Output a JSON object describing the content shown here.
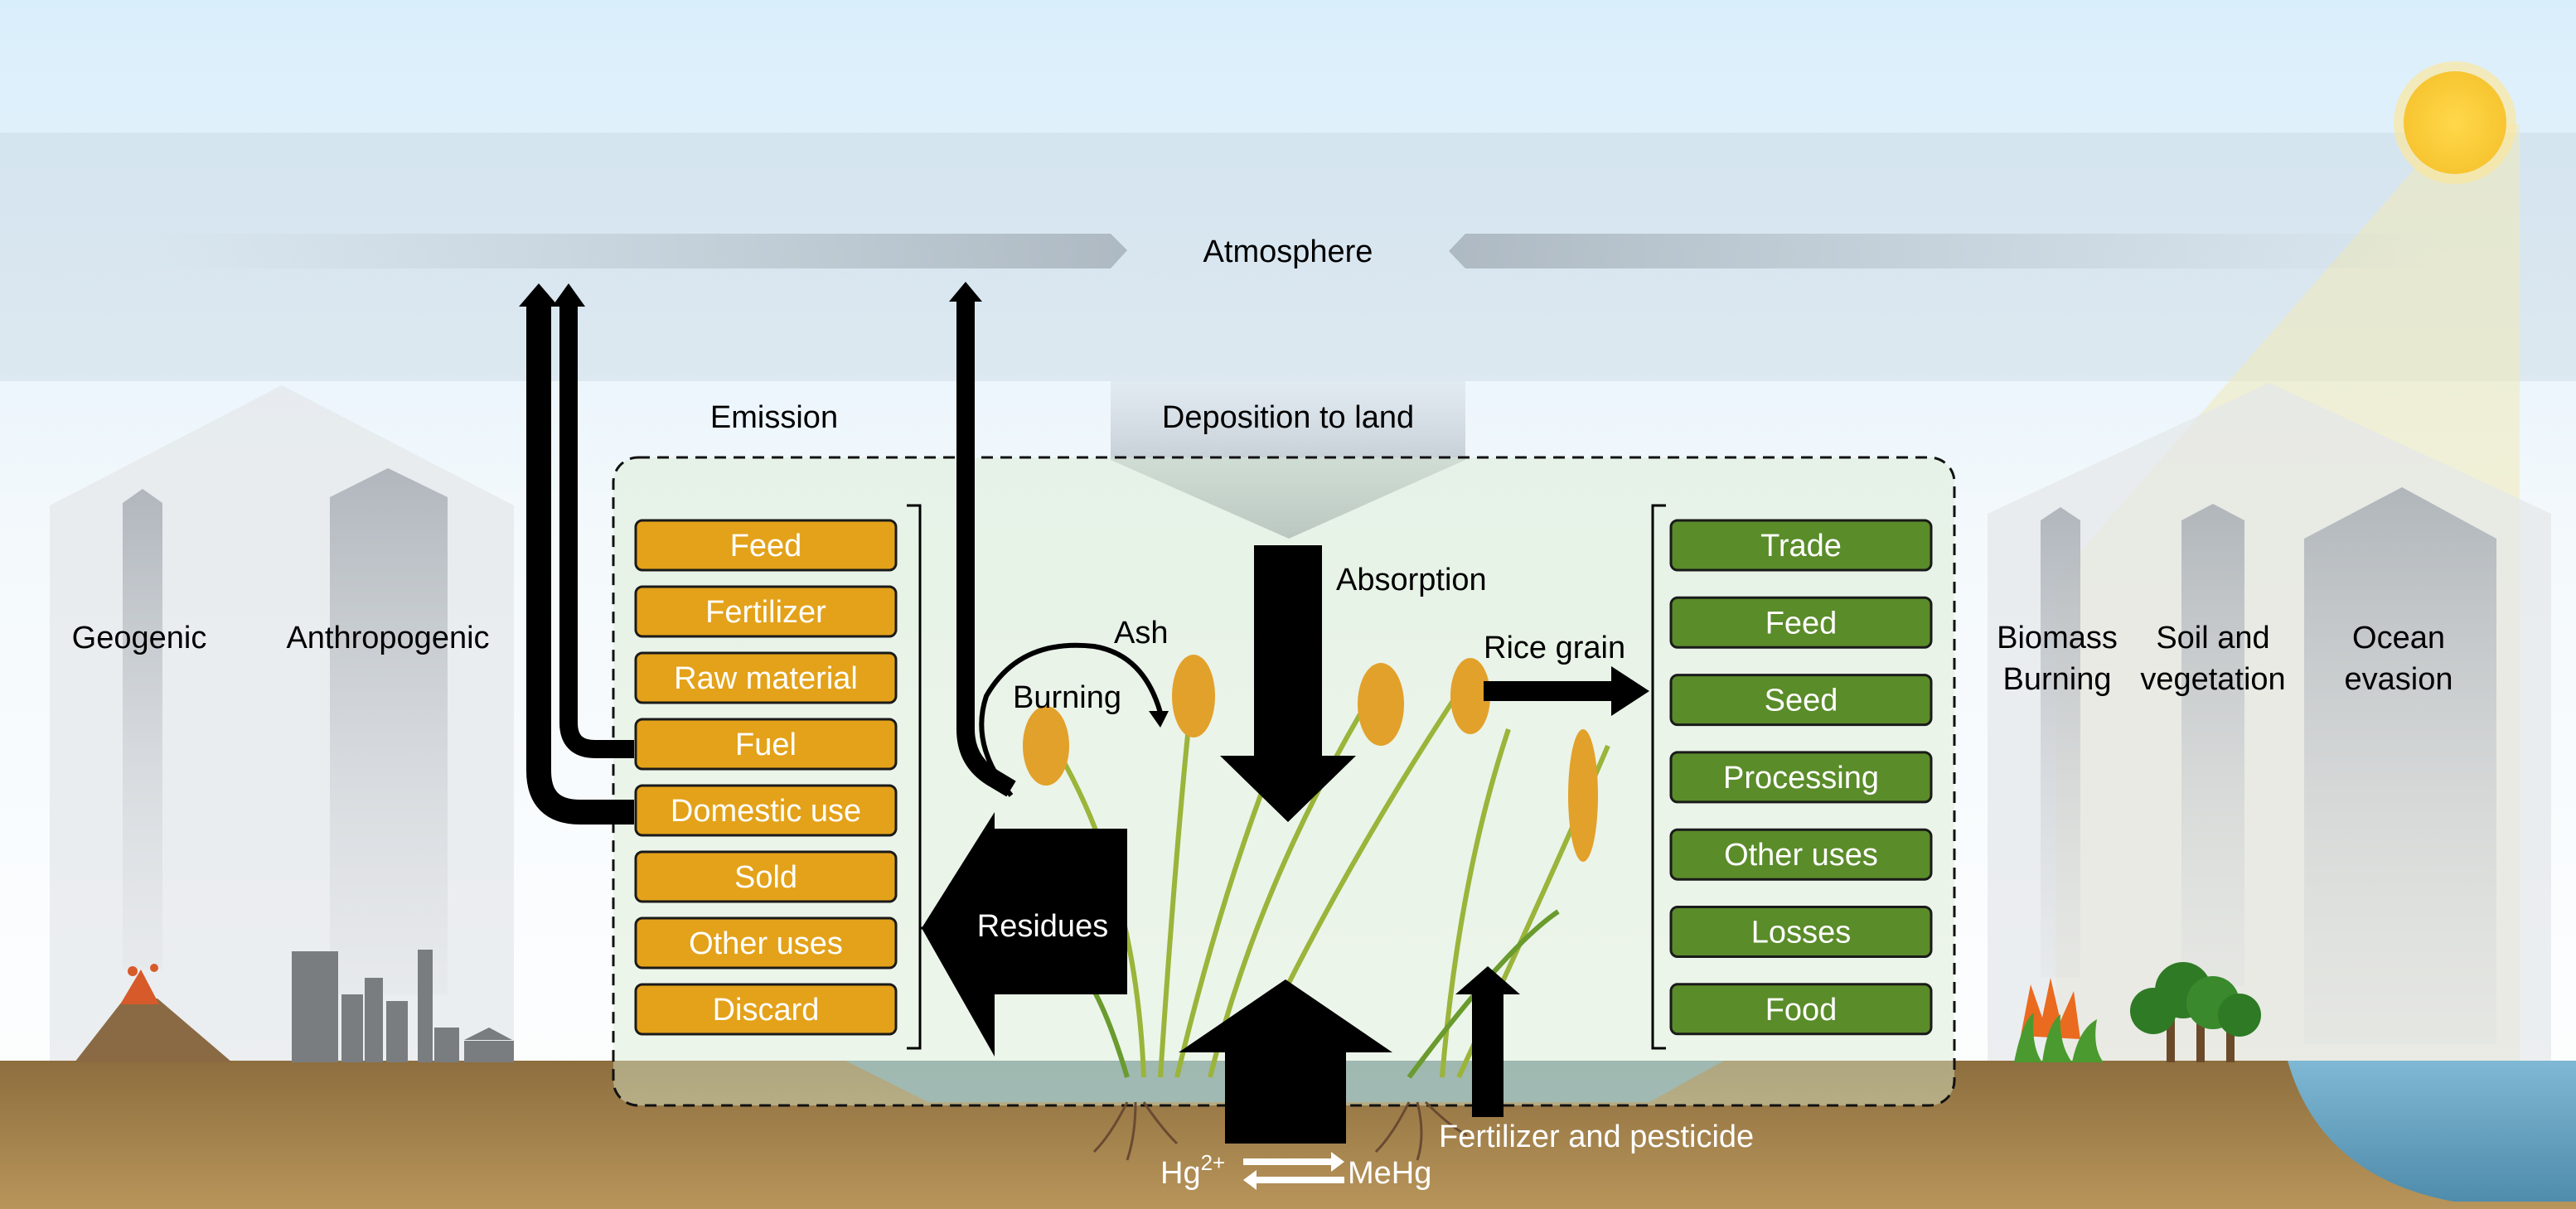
{
  "atmosphere": "Atmosphere",
  "emission": "Emission",
  "deposition": "Deposition to land",
  "sources_left": [
    "Geogenic",
    "Anthropogenic"
  ],
  "sources_right": [
    {
      "lines": [
        "Biomass",
        "Burning"
      ]
    },
    {
      "lines": [
        "Soil and",
        "vegetation"
      ]
    },
    {
      "lines": [
        "Ocean",
        "evasion"
      ]
    }
  ],
  "uses_left": [
    "Feed",
    "Fertilizer",
    "Raw material",
    "Fuel",
    "Domestic use",
    "Sold",
    "Other uses",
    "Discard"
  ],
  "uses_right": [
    "Trade",
    "Feed",
    "Seed",
    "Processing",
    "Other uses",
    "Losses",
    "Food"
  ],
  "absorption": "Absorption",
  "ash": "Ash",
  "burning": "Burning",
  "rice_grain": "Rice grain",
  "residues": "Residues",
  "fertilizer_pesticide": "Fertilizer and pesticide",
  "hg": "Hg",
  "hg_charge": "2+",
  "mehg": "MeHg",
  "colors": {
    "orange_box": "#E3A21A",
    "green_box": "#5A8C2A",
    "soil": "#A8864A",
    "water": "#6FA9C4",
    "sky": "#DCEFFB"
  }
}
